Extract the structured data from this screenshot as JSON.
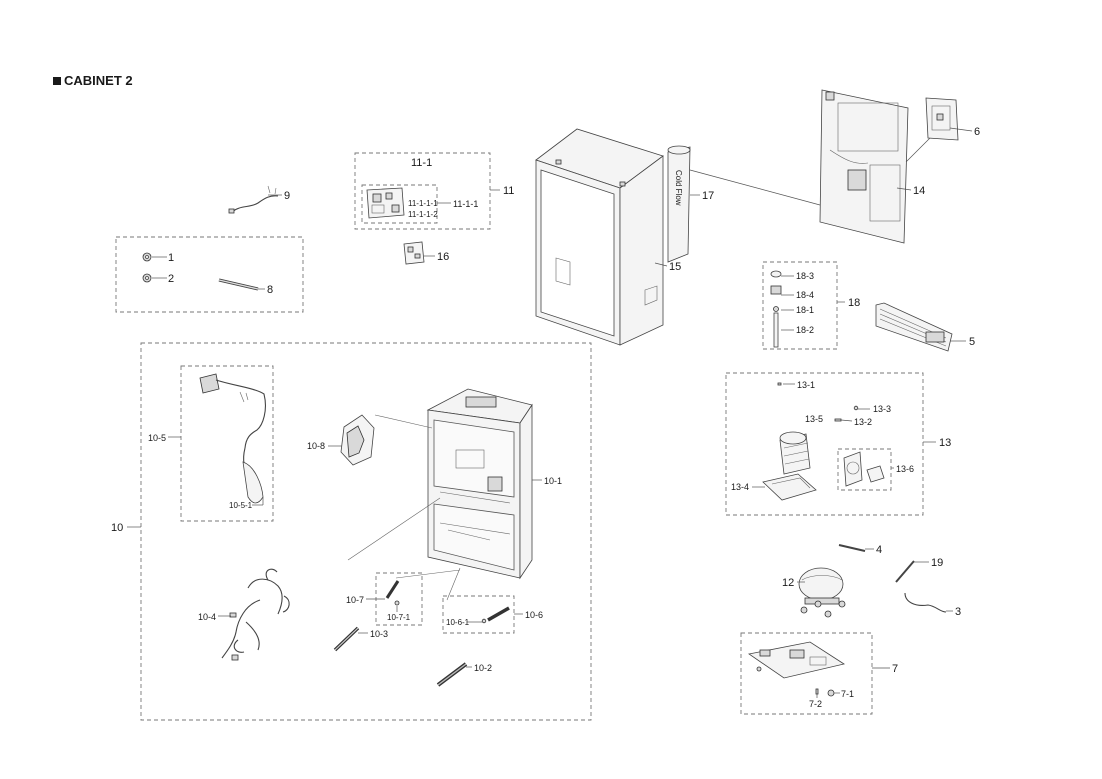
{
  "heading": "CABINET 2",
  "groups": {
    "g9_box": {
      "label": ""
    },
    "g11": {
      "label": "11",
      "inner_title": "11-1",
      "sub_label": "11-1-1",
      "items": [
        "11-1-1-1",
        "11-1-1-2"
      ]
    },
    "g16": {
      "label": "16"
    },
    "g17": {
      "label": "17",
      "text_on_part": "Cold Flow"
    },
    "g15": {
      "label": "15"
    },
    "g14": {
      "label": "14"
    },
    "g6": {
      "label": "6"
    },
    "g9": {
      "label": "9"
    },
    "g1": {
      "label": "1"
    },
    "g2": {
      "label": "2"
    },
    "g8": {
      "label": "8"
    },
    "g18": {
      "label": "18",
      "items": [
        "18-3",
        "18-4",
        "18-1",
        "18-2"
      ]
    },
    "g5": {
      "label": "5"
    },
    "g13": {
      "label": "13",
      "items": [
        "13-1",
        "13-3",
        "13-5",
        "13-2",
        "13-6",
        "13-4"
      ]
    },
    "g10": {
      "label": "10",
      "items": [
        "10-5",
        "10-5-1",
        "10-8",
        "10-1",
        "10-7",
        "10-7-1",
        "10-3",
        "10-6",
        "10-6-1",
        "10-4",
        "10-2"
      ]
    },
    "g4": {
      "label": "4"
    },
    "g19": {
      "label": "19"
    },
    "g12": {
      "label": "12"
    },
    "g3": {
      "label": "3"
    },
    "g7": {
      "label": "7",
      "items": [
        "7-1",
        "7-2"
      ]
    }
  }
}
